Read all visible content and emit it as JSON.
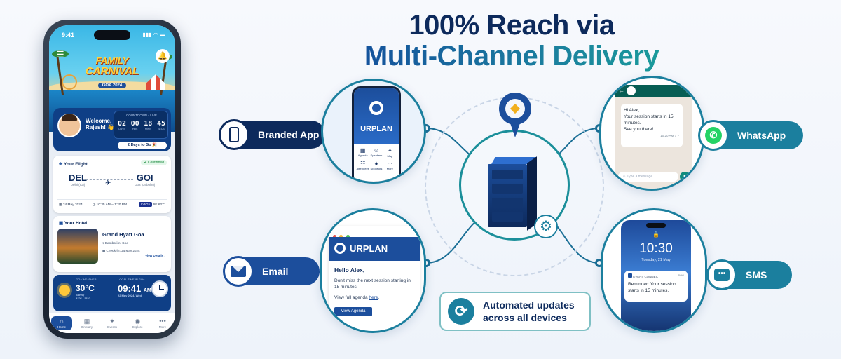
{
  "headline": {
    "line1": "100% Reach via",
    "line2": "Multi-Channel Delivery"
  },
  "phone": {
    "status_time": "9:41",
    "status_icons": "▮▮▮ ◠ ▬",
    "event_title_1": "FAMILY",
    "event_title_2": "CARNIVAL",
    "event_sub": "GOA 2024",
    "welcome_line1": "Welcome,",
    "welcome_line2": "Rajesh! 👋",
    "countdown_title": "COUNTDOWN • LIVE",
    "countdown": [
      {
        "n": "02",
        "u": "DAYS"
      },
      {
        "n": "00",
        "u": "HRS"
      },
      {
        "n": "18",
        "u": "MINS"
      },
      {
        "n": "45",
        "u": "SECS"
      }
    ],
    "days_to_go": "2 Days to Go 🎉",
    "flight": {
      "title": "Your Flight",
      "status": "✔ Confirmed",
      "from_code": "DEL",
      "from_city": "Delhi (IGI)",
      "to_code": "GOI",
      "to_city": "Goa (Dabolim)",
      "date": "24 May 2024",
      "time": "10:35 AM – 1:20 PM",
      "airline": "IndiGo",
      "flight_no": "6E 6271"
    },
    "hotel": {
      "title": "Your Hotel",
      "name": "Grand Hyatt Goa",
      "location": "Bambolim, Goa",
      "checkin": "Check-in: 24 May 2024",
      "details": "View Details ›"
    },
    "weather": {
      "label": "GOA WEATHER",
      "temp": "30°C",
      "cond": "Sunny",
      "range": "32°C  |  26°C",
      "time_label": "LOCAL TIME IN GOA",
      "time": "09:41",
      "ampm": "AM",
      "date": "22 May 2024, Wed"
    },
    "tabs": [
      {
        "icon": "⌂",
        "label": "Home"
      },
      {
        "icon": "▦",
        "label": "Itinerary"
      },
      {
        "icon": "✦",
        "label": "Events"
      },
      {
        "icon": "◉",
        "label": "Explore"
      },
      {
        "icon": "•••",
        "label": "More"
      }
    ]
  },
  "channels": {
    "app": {
      "label": "Branded App",
      "brand": "URPLAN",
      "grid": [
        "Agenda",
        "Speakers",
        "Map",
        "Attendees",
        "Sponsors",
        "More"
      ]
    },
    "email": {
      "label": "Email",
      "brand": "URPLAN",
      "greeting": "Hello Alex,",
      "body": "Don't miss the next session starting in 15 minutes.",
      "link_prefix": "View full agenda ",
      "link": "here",
      "link_suffix": ".",
      "button": "View Agenda"
    },
    "whatsapp": {
      "label": "WhatsApp",
      "msg1": "Hi Alex,",
      "msg2": "Your session starts in 15 minutes.",
      "msg3": "See you there!",
      "time": "10:20 AM ✓✓",
      "placeholder": "Type a message"
    },
    "sms": {
      "label": "SMS",
      "time": "10:30",
      "date": "Tuesday, 21 May",
      "app": "EVENT CONNECT",
      "now": "now",
      "text": "Reminder: Your session starts in 15 minutes."
    }
  },
  "automated": {
    "line1": "Automated updates",
    "line2": "across all devices"
  },
  "colors": {
    "navy": "#0d2a5c",
    "teal": "#1b7f9e",
    "whatsapp": "#25d366",
    "brand_blue": "#1c4e9c"
  }
}
